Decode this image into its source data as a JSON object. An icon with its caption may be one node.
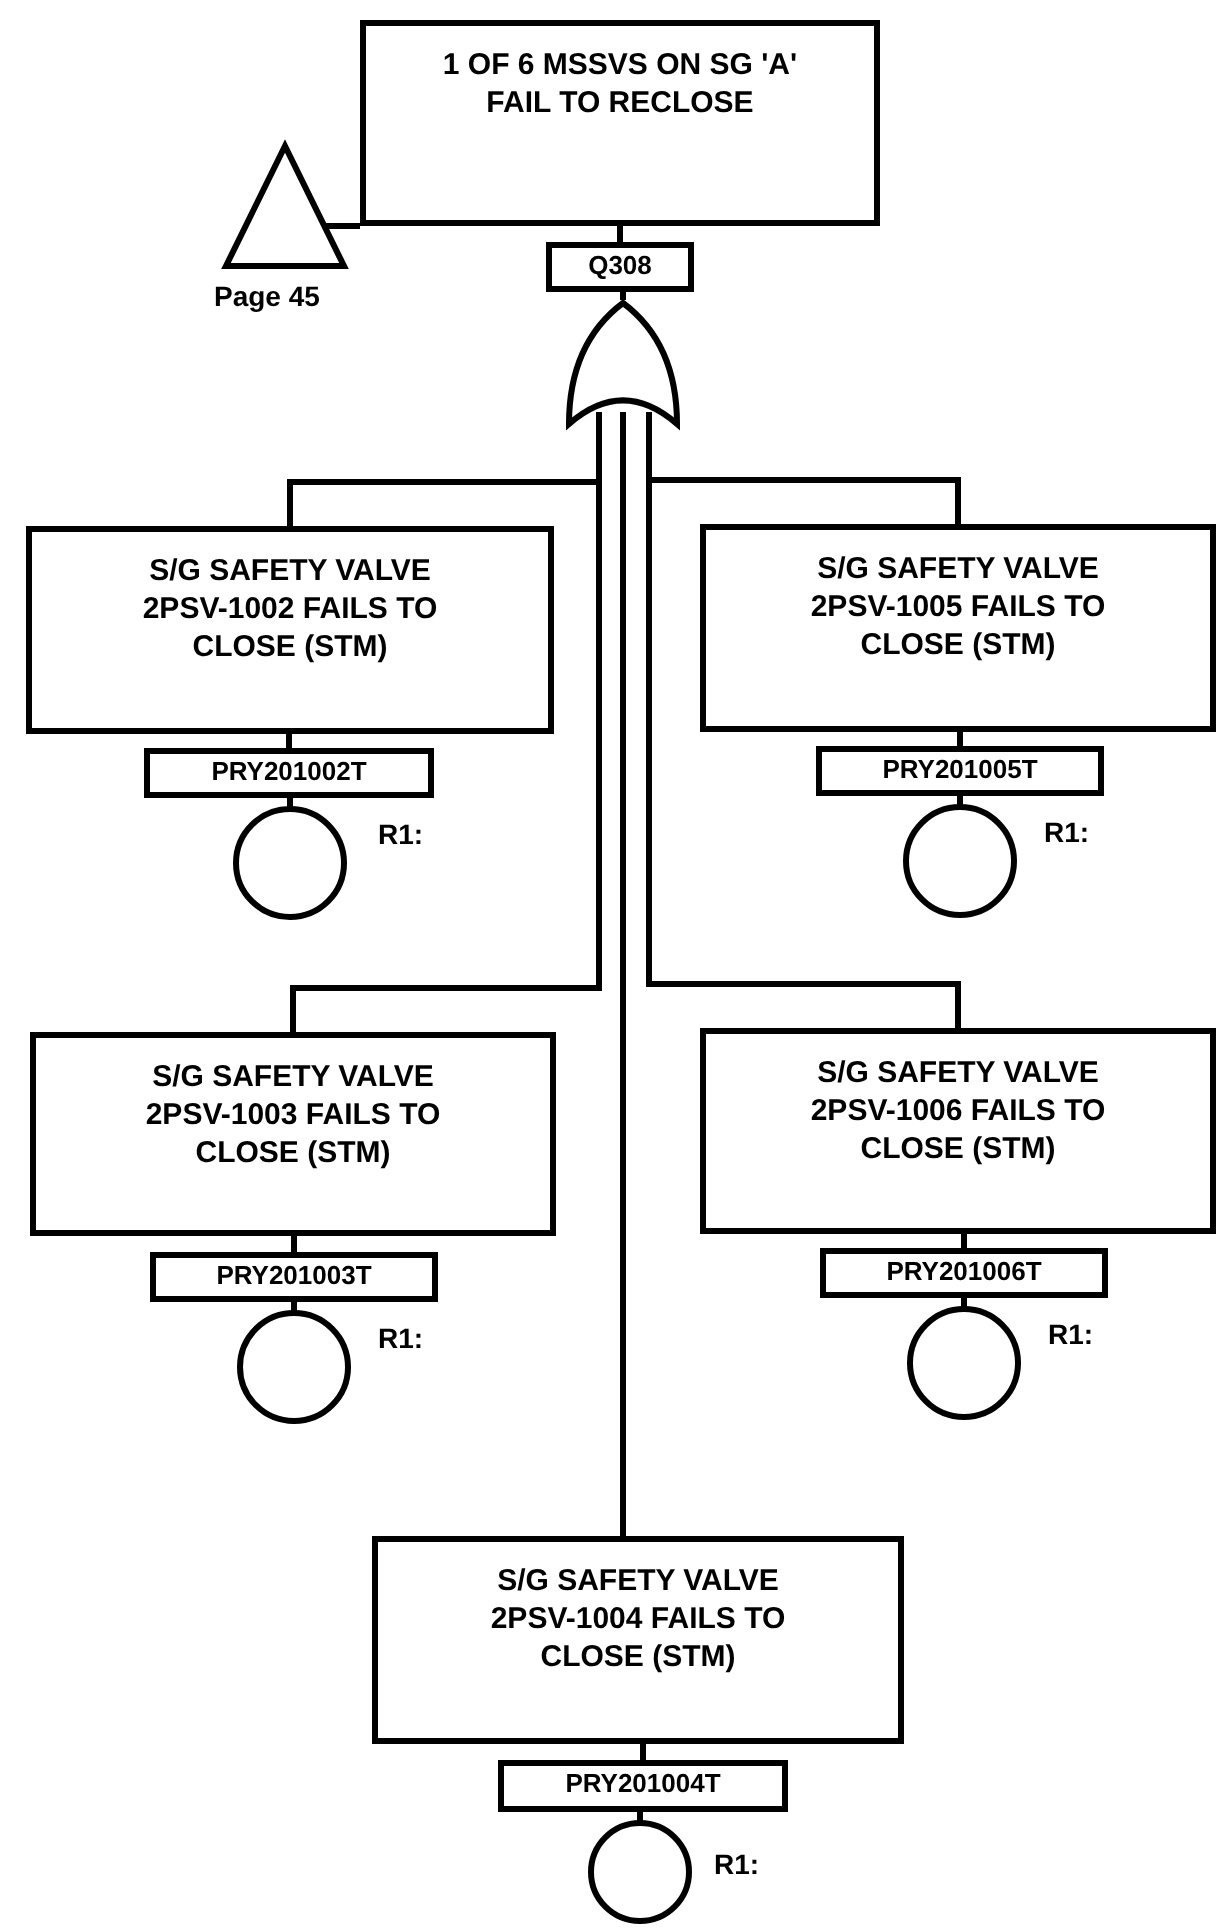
{
  "diagram": {
    "nodes": [
      {
        "text": [
          "1 OF 6 MSSVS ON SG 'A' FAIL TO RECLOSE"
        ]
      },
      {
        "text": [],
        "shape": "triangle",
        "beside": [
          "Page 45"
        ]
      },
      {
        "text": [
          "Q308"
        ]
      },
      {
        "text": [],
        "shape": "gate"
      },
      {
        "text": [
          "S/G SAFETY VALVE 2PSV-1002 FAILS TO CLOSE (STM)"
        ]
      },
      {
        "text": [
          "PRY201002T"
        ]
      },
      {
        "text": [],
        "shape": "circle",
        "beside": [
          "R1:"
        ]
      },
      {
        "text": [
          "S/G SAFETY VALVE 2PSV-1005 FAILS TO CLOSE (STM)"
        ]
      },
      {
        "text": [
          "PRY201005T"
        ]
      },
      {
        "text": [],
        "shape": "circle",
        "beside": [
          "R1:"
        ]
      },
      {
        "text": [
          "S/G SAFETY VALVE 2PSV-1003 FAILS TO CLOSE (STM)"
        ]
      },
      {
        "text": [
          "PRY201003T"
        ]
      },
      {
        "text": [],
        "shape": "circle",
        "beside": [
          "R1:"
        ]
      },
      {
        "text": [
          "S/G SAFETY VALVE 2PSV-1006 FAILS TO CLOSE (STM)"
        ]
      },
      {
        "text": [
          "PRY201006T"
        ]
      },
      {
        "text": [],
        "shape": "circle",
        "beside": [
          "R1:"
        ]
      },
      {
        "text": [
          "S/G SAFETY VALVE 2PSV-1004 FAILS TO CLOSE (STM)"
        ]
      },
      {
        "text": [
          "PRY201004T"
        ]
      },
      {
        "text": [],
        "shape": "circle",
        "beside": [
          "R1:"
        ]
      }
    ],
    "edges": [
      {
        "from": 1,
        "to": 0,
        "arrow": "none"
      },
      {
        "from": 0,
        "to": 2,
        "arrow": "none"
      },
      {
        "from": 2,
        "to": 3,
        "arrow": "none"
      },
      {
        "from": 3,
        "to": 4,
        "arrow": "none"
      },
      {
        "from": 3,
        "to": 7,
        "arrow": "none"
      },
      {
        "from": 3,
        "to": 10,
        "arrow": "none"
      },
      {
        "from": 3,
        "to": 13,
        "arrow": "none"
      },
      {
        "from": 3,
        "to": 16,
        "arrow": "none"
      },
      {
        "from": 4,
        "to": 5,
        "arrow": "none"
      },
      {
        "from": 5,
        "to": 6,
        "arrow": "none"
      },
      {
        "from": 7,
        "to": 8,
        "arrow": "none"
      },
      {
        "from": 8,
        "to": 9,
        "arrow": "none"
      },
      {
        "from": 10,
        "to": 11,
        "arrow": "none"
      },
      {
        "from": 11,
        "to": 12,
        "arrow": "none"
      },
      {
        "from": 13,
        "to": 14,
        "arrow": "none"
      },
      {
        "from": 14,
        "to": 15,
        "arrow": "none"
      },
      {
        "from": 16,
        "to": 17,
        "arrow": "none"
      },
      {
        "from": 17,
        "to": 18,
        "arrow": "none"
      }
    ]
  }
}
